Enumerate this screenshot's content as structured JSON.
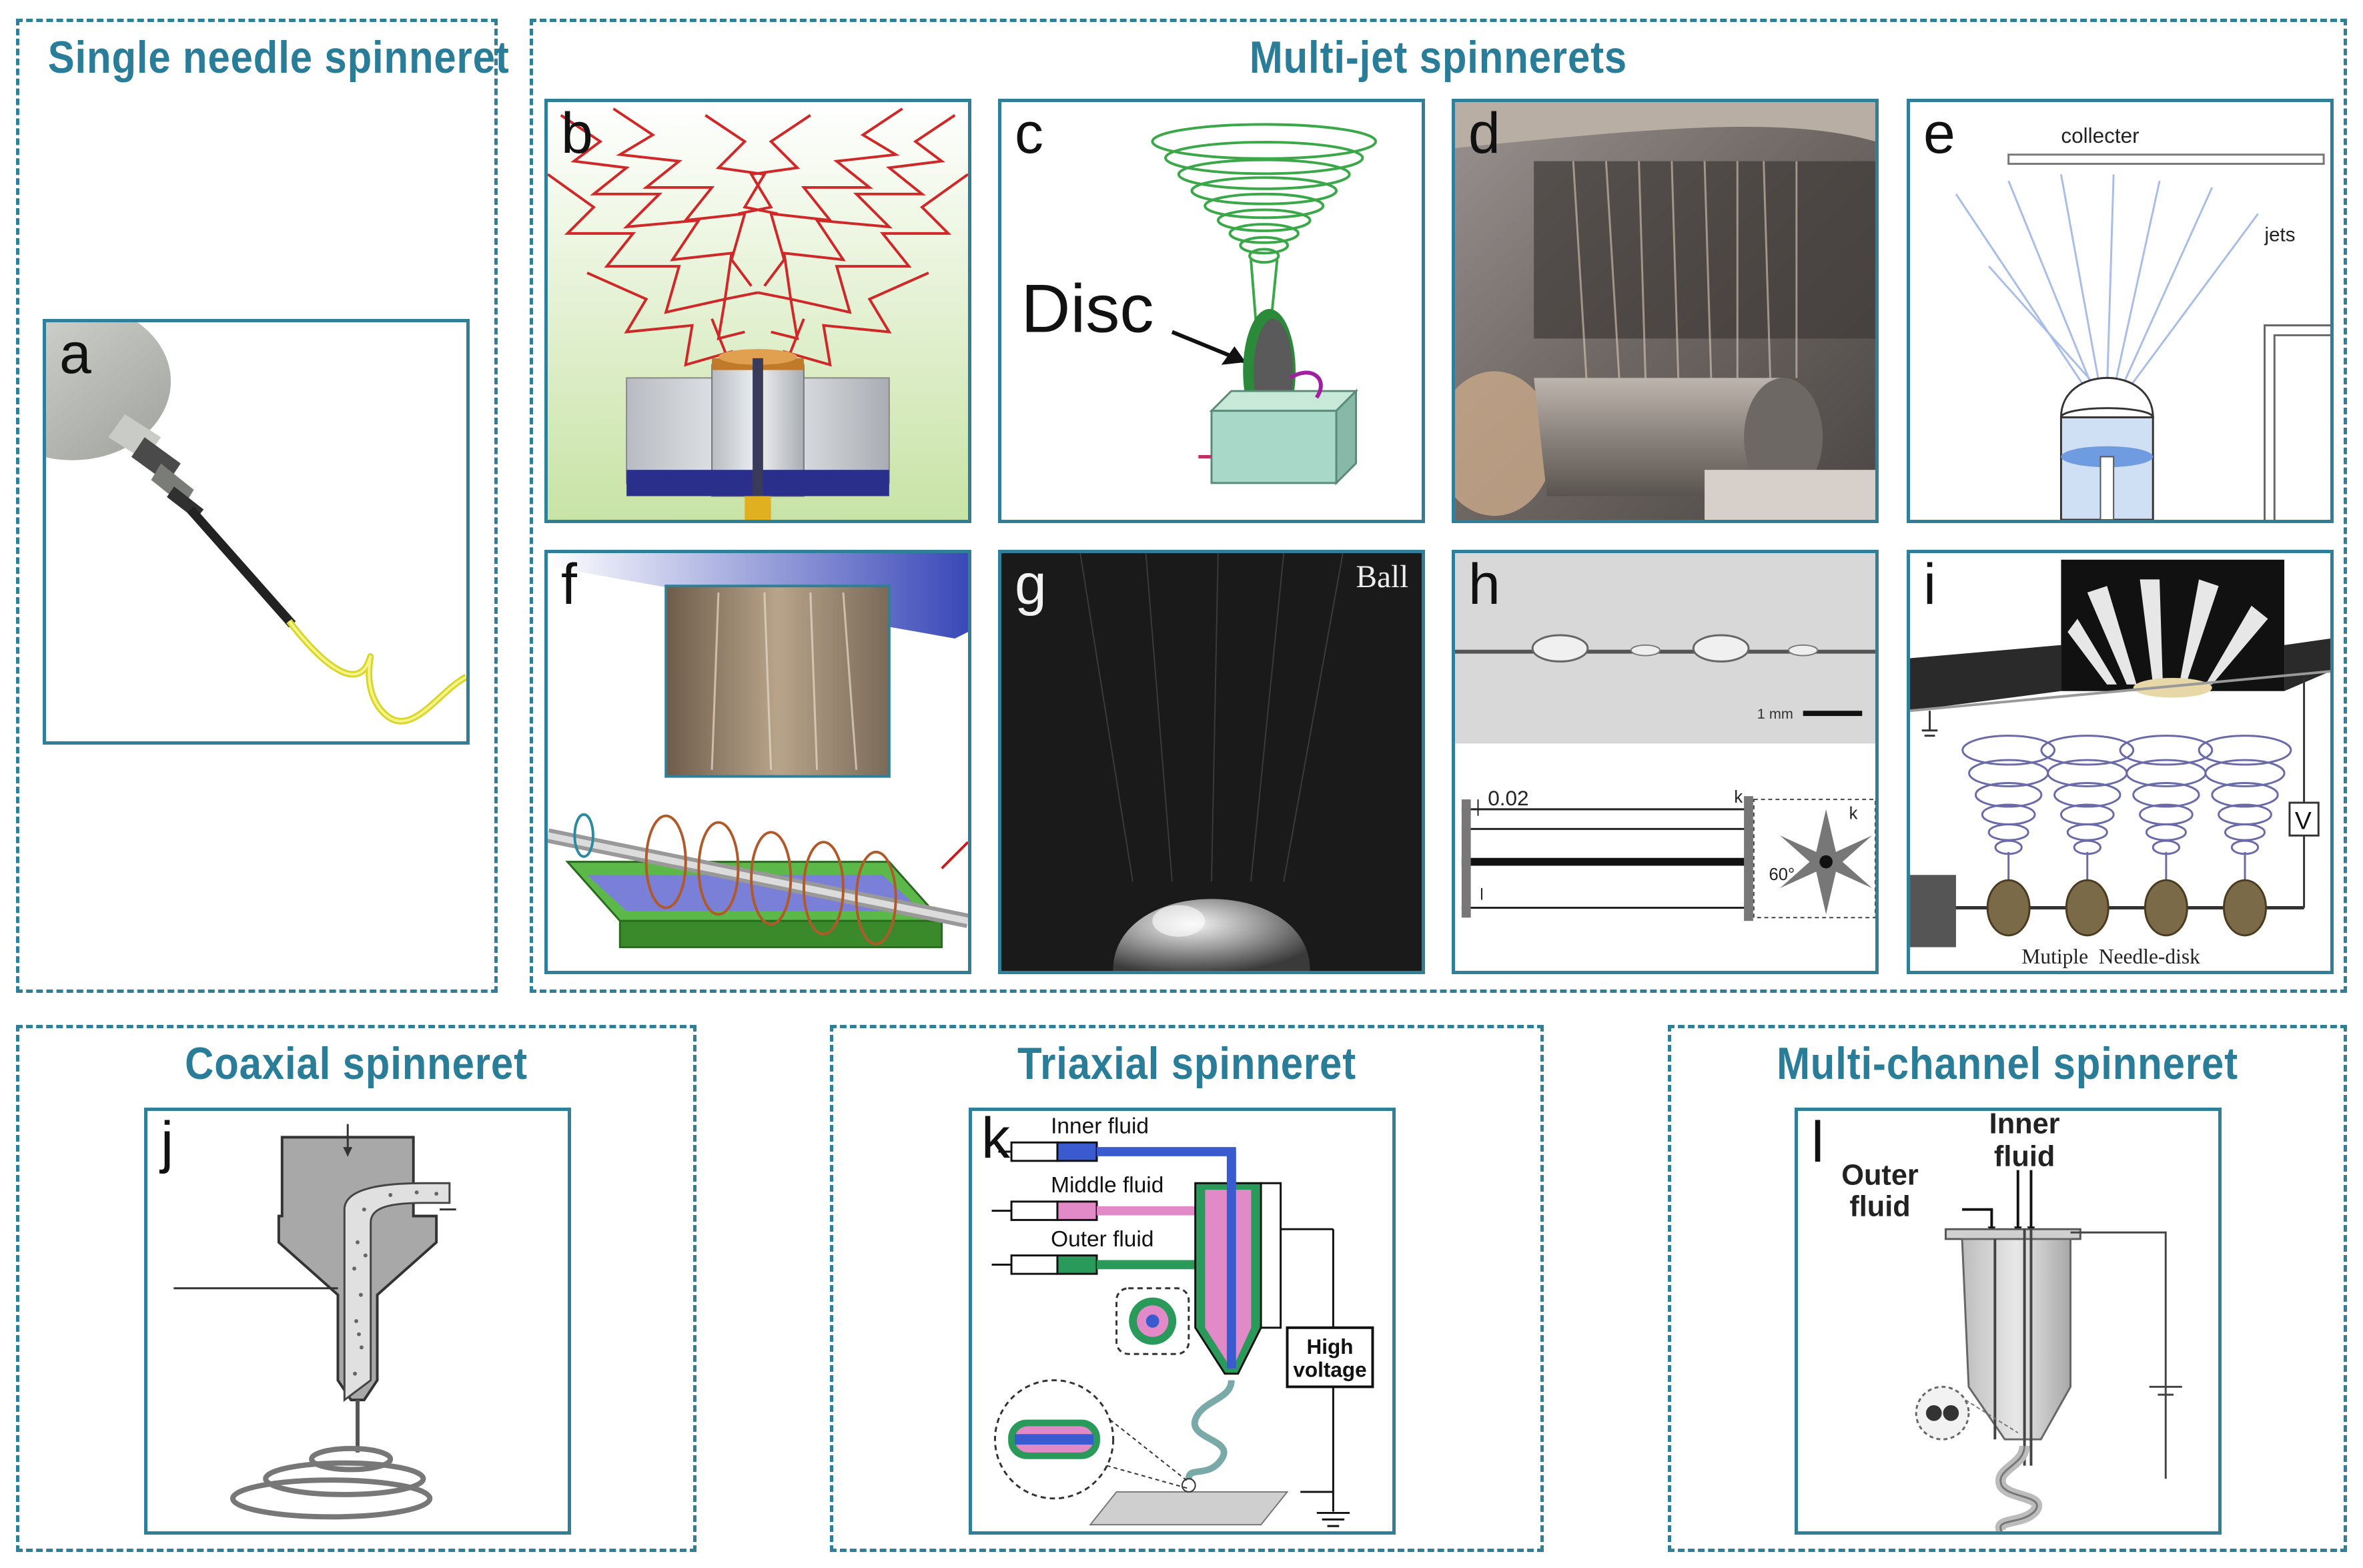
{
  "groups": {
    "single": "Single needle spinneret",
    "multijet": "Multi-jet spinnerets",
    "coaxial": "Coaxial spinneret",
    "triaxial": "Triaxial spinneret",
    "multichannel": "Multi-channel spinneret"
  },
  "panels": {
    "a": "a",
    "b": "b",
    "c": "c",
    "d": "d",
    "e": "e",
    "f": "f",
    "g": "g",
    "h": "h",
    "i": "i",
    "j": "j",
    "k": "k",
    "l": "l"
  },
  "annotations": {
    "disc": "Disc",
    "collecter": "collecter",
    "jets": "jets",
    "ball": "Ball",
    "scale_1mm": "1 mm",
    "dim_002": "0.02",
    "dim_k1": "k",
    "dim_k2": "k",
    "dim_l": "l",
    "dim_60": "60°",
    "volt_v": "V",
    "multiple_needle_disk": "Mutiple  Needle-disk",
    "inner_fluid_k": "Inner fluid",
    "middle_fluid_k": "Middle fluid",
    "outer_fluid_k": "Outer fluid",
    "high": "High",
    "voltage": "voltage",
    "outer_l1": "Outer",
    "outer_l2": "fluid",
    "inner_l1": "Inner",
    "inner_l2": "fluid"
  },
  "colors": {
    "frame": "#2f7f99",
    "title": "#2a7d98"
  }
}
